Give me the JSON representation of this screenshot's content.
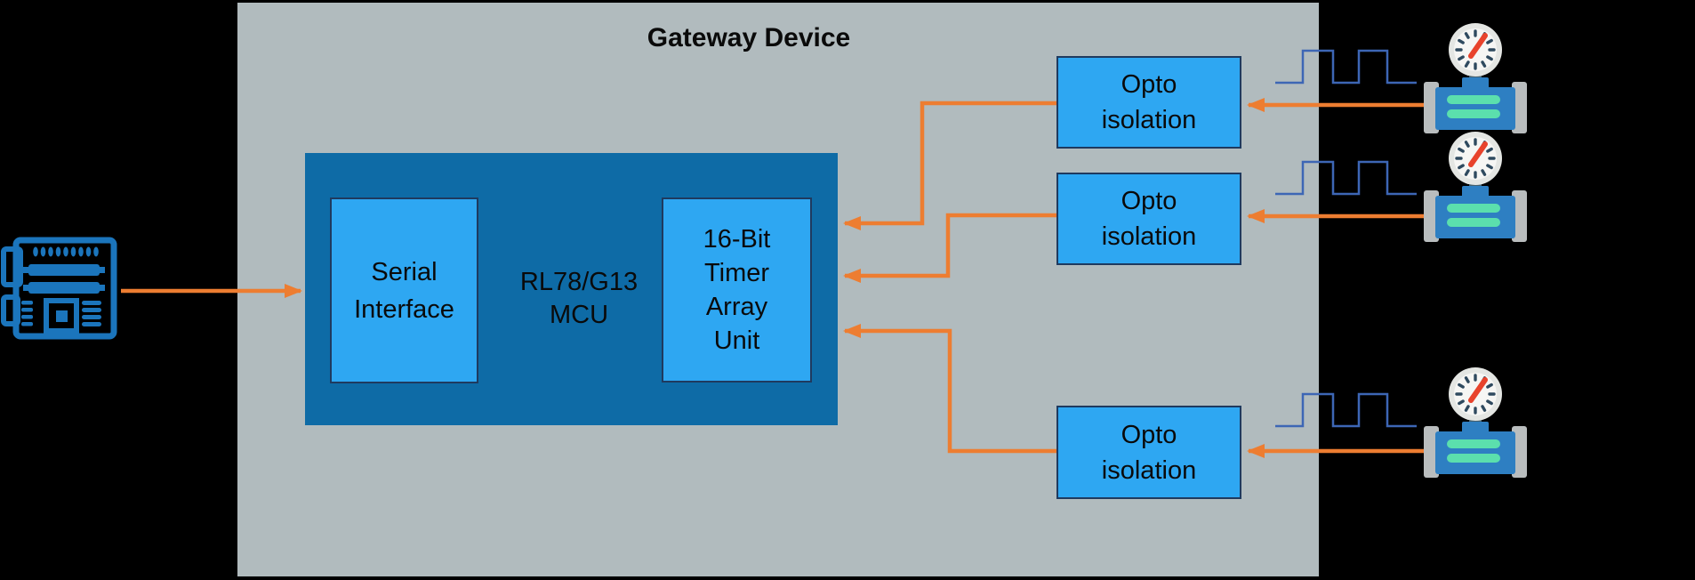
{
  "diagram": {
    "title": "Gateway Device",
    "mcu": {
      "line1": "RL78/G13",
      "line2": "MCU"
    },
    "serial_interface": {
      "line1": "Serial",
      "line2": "Interface"
    },
    "timer_unit": {
      "line1": "16-Bit",
      "line2": "Timer",
      "line3": "Array",
      "line4": "Unit"
    },
    "opto": {
      "line1": "Opto",
      "line2": "isolation"
    },
    "icons": {
      "left_device": "circuit-board-icon",
      "right_devices": "flow-meter-icon",
      "signal": "pulse-waveform"
    },
    "colors": {
      "background": "#000000",
      "gateway_fill": "#B1BBBE",
      "mcu_fill": "#0E6BA6",
      "block_fill": "#2EA7F2",
      "block_border": "#1F3A5F",
      "arrow_orange": "#ED7D31",
      "pulse_blue": "#3D66B5",
      "pcb_blue": "#1B75BC",
      "pipe_blue": "#2E7FC2",
      "pipe_stripe_green": "#5BDFAD",
      "flange_gray": "#B9BDBE",
      "needle_red": "#E8432C"
    }
  }
}
